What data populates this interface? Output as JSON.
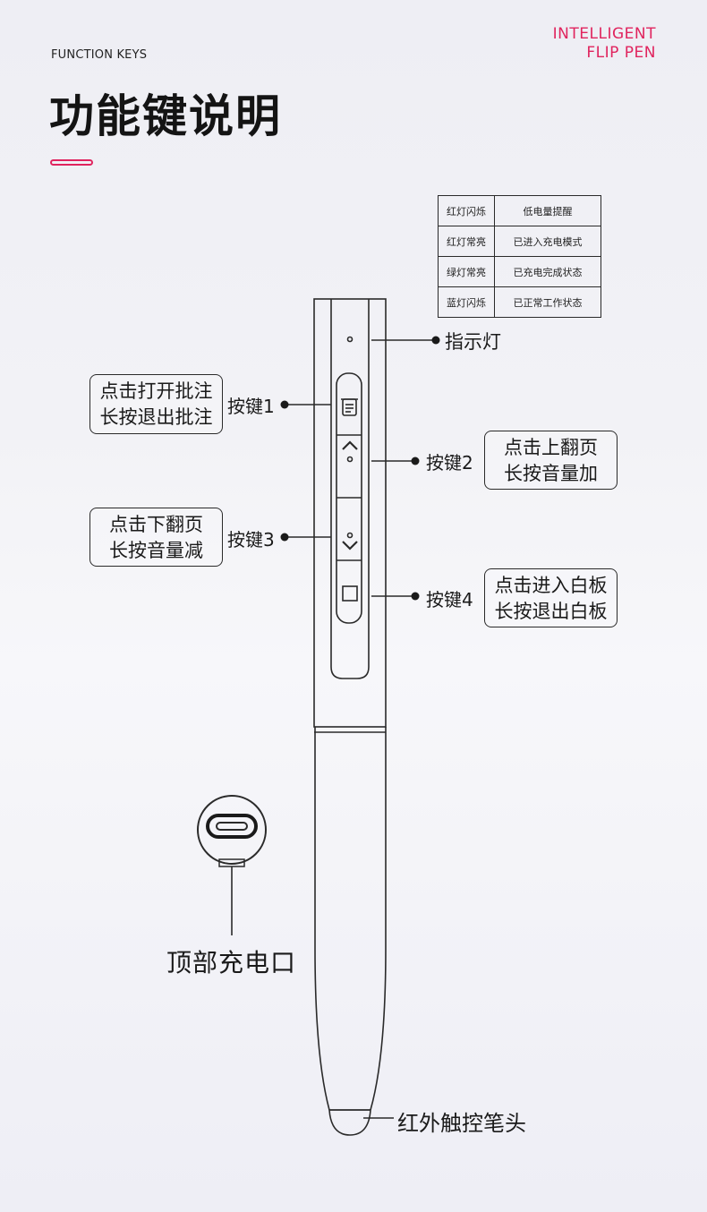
{
  "header": {
    "subtitle": "FUNCTION KEYS",
    "title": "功能键说明",
    "brand_line1": "INTELLIGENT",
    "brand_line2": "FLIP PEN",
    "accent_color": "#e0245e"
  },
  "status_table": {
    "rows": [
      {
        "light": "红灯闪烁",
        "meaning": "低电量提醒"
      },
      {
        "light": "红灯常亮",
        "meaning": "已进入充电模式"
      },
      {
        "light": "绿灯常亮",
        "meaning": "已充电完成状态"
      },
      {
        "light": "蓝灯闪烁",
        "meaning": "已正常工作状态"
      }
    ]
  },
  "callouts": {
    "indicator": "指示灯",
    "key1": {
      "label": "按键1",
      "line1": "点击打开批注",
      "line2": "长按退出批注",
      "icon": "note-icon"
    },
    "key2": {
      "label": "按键2",
      "line1": "点击上翻页",
      "line2": "长按音量加",
      "icon": "chevron-up-icon"
    },
    "key3": {
      "label": "按键3",
      "line1": "点击下翻页",
      "line2": "长按音量减",
      "icon": "chevron-down-icon"
    },
    "key4": {
      "label": "按键4",
      "line1": "点击进入白板",
      "line2": "长按退出白板",
      "icon": "square-icon"
    },
    "charging_port": "顶部充电口",
    "tip": "红外触控笔头"
  }
}
